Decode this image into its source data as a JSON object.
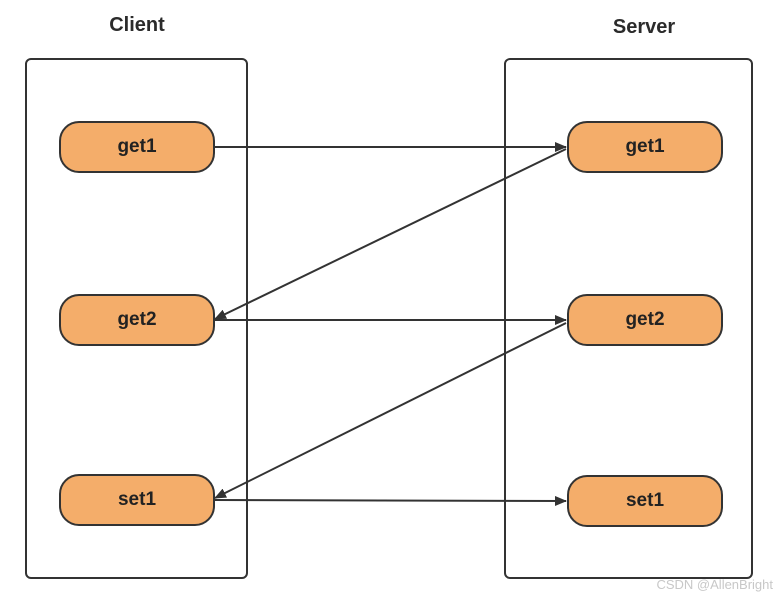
{
  "lanes": {
    "client_title": "Client",
    "server_title": "Server"
  },
  "client_nodes": [
    "get1",
    "get2",
    "set1"
  ],
  "server_nodes": [
    "get1",
    "get2",
    "set1"
  ],
  "colors": {
    "node_fill": "#f4ad6a",
    "stroke": "#333333"
  },
  "watermark": "CSDN @AllenBright"
}
